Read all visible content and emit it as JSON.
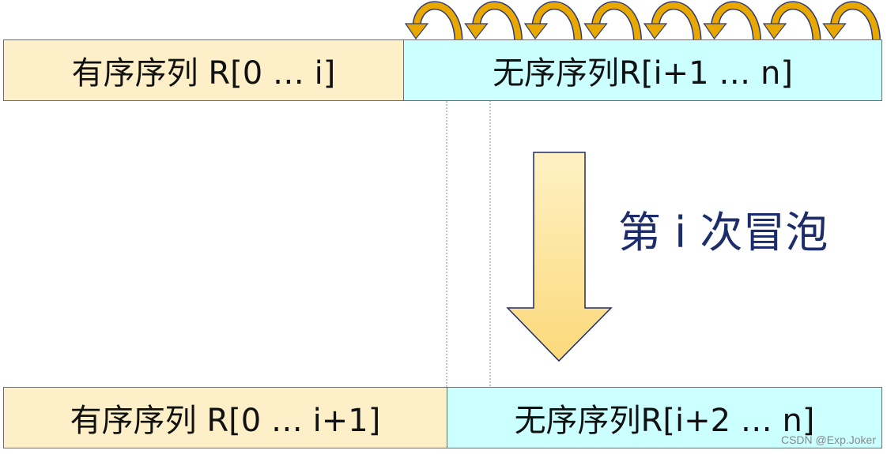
{
  "top": {
    "sorted_label": "有序序列 R[0 … i]",
    "unsorted_label": "无序序列R[i+1 … n]"
  },
  "bottom": {
    "sorted_label": "有序序列 R[0 … i+1]",
    "unsorted_label": "无序序列R[i+2 … n]"
  },
  "step_label": "第 i 次冒泡",
  "watermark": "CSDN @Exp.Joker",
  "arc_count": 8,
  "colors": {
    "sorted": "#fdf0c9",
    "unsorted": "#ccffff",
    "arrow": "#fde39a",
    "arc": "#e8a800",
    "text": "#1d2c6b"
  }
}
